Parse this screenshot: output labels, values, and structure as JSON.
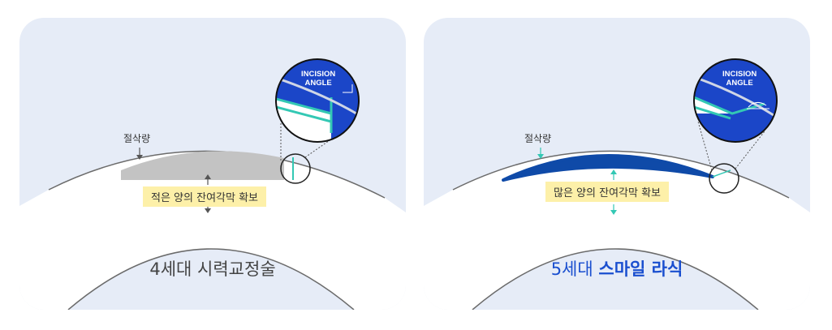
{
  "left": {
    "cut_label": "절삭량",
    "note": "적은 양의 잔여각막 확보",
    "zoom_text_line1": "INCISION",
    "zoom_text_line2": "ANGLE",
    "title": "4세대 시력교정술"
  },
  "right": {
    "cut_label": "절삭량",
    "note": "많은 양의 잔여각막 확보",
    "zoom_text_line1": "INCISION",
    "zoom_text_line2": "ANGLE",
    "title_prefix": "5세대 ",
    "title_strong": "스마일 라식"
  },
  "colors": {
    "panel_bg": "#e6ecf7",
    "zoom_blue": "#1b46c8",
    "accent_teal": "#33c8b4",
    "lenticule_blue": "#0f4aa8",
    "tissue_gray": "#c3c3c3",
    "note_bg": "#fdf0a9"
  }
}
